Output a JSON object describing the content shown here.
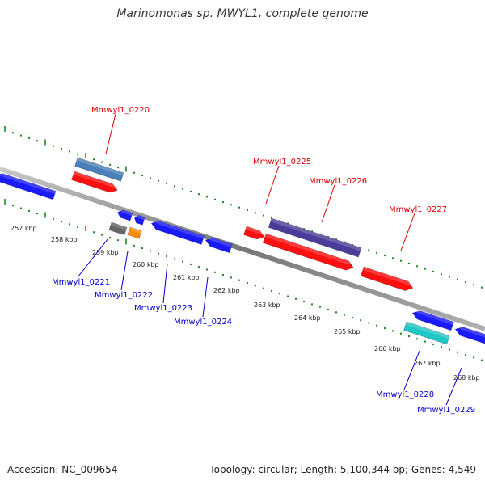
{
  "title": "Marinomonas sp. MWYL1, complete genome",
  "accession": "Accession: NC_009654",
  "topology": "Topology: circular; Length: 5,100,344 bp; Genes: 4,549",
  "colors": {
    "backbone": "#8c8c8c",
    "ticks": "#1f8a1f",
    "label_forward": "#dd0000",
    "label_reverse": "#0000cc",
    "cds_red": "#ff1010",
    "cds_blue": "#1a1aff",
    "cds_steel": "#4a7fb8",
    "cds_purple": "#4a3d9a",
    "cds_gray": "#666666",
    "cds_orange": "#ff8c00",
    "cds_cyan": "#1fc7c7"
  },
  "scale": {
    "unit": "kbp",
    "labels": [
      "257 kbp",
      "258 kbp",
      "259 kbp",
      "260 kbp",
      "261 kbp",
      "262 kbp",
      "263 kbp",
      "264 kbp",
      "265 kbp",
      "266 kbp",
      "267 kbp",
      "268 kbp"
    ]
  },
  "genes": [
    {
      "id": "Mmwyl1_0220",
      "strand": "forward"
    },
    {
      "id": "Mmwyl1_0221",
      "strand": "reverse"
    },
    {
      "id": "Mmwyl1_0222",
      "strand": "reverse"
    },
    {
      "id": "Mmwyl1_0223",
      "strand": "reverse"
    },
    {
      "id": "Mmwyl1_0224",
      "strand": "reverse"
    },
    {
      "id": "Mmwyl1_0225",
      "strand": "forward"
    },
    {
      "id": "Mmwyl1_0226",
      "strand": "forward"
    },
    {
      "id": "Mmwyl1_0227",
      "strand": "forward"
    },
    {
      "id": "Mmwyl1_0228",
      "strand": "reverse"
    },
    {
      "id": "Mmwyl1_0229",
      "strand": "reverse"
    }
  ]
}
